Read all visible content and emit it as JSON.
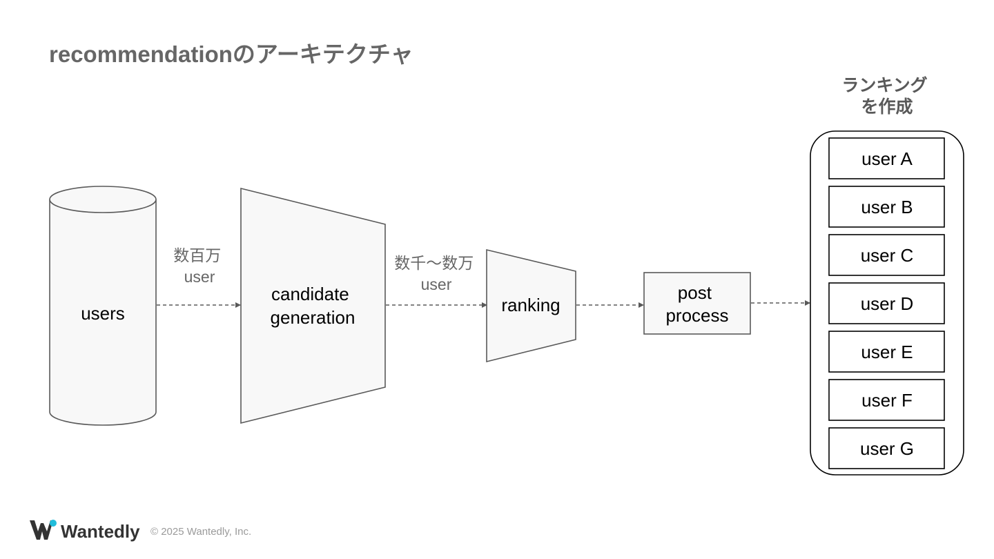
{
  "slide": {
    "title": "recommendationのアーキテクチャ"
  },
  "diagram": {
    "users_store": "users",
    "stage1": {
      "line1": "candidate",
      "line2": "generation"
    },
    "stage2": "ranking",
    "stage3": {
      "line1": "post",
      "line2": "process"
    },
    "edge1": {
      "line1": "数百万",
      "line2": "user"
    },
    "edge2": {
      "line1": "数千〜数万",
      "line2": "user"
    },
    "ranking_header": {
      "line1": "ランキング",
      "line2": "を作成"
    },
    "ranking_items": [
      "user A",
      "user B",
      "user C",
      "user D",
      "user E",
      "user F",
      "user G"
    ]
  },
  "footer": {
    "brand": "Wantedly",
    "copyright": "© 2025 Wantedly, Inc.",
    "brand_accent": "#21bddb"
  }
}
